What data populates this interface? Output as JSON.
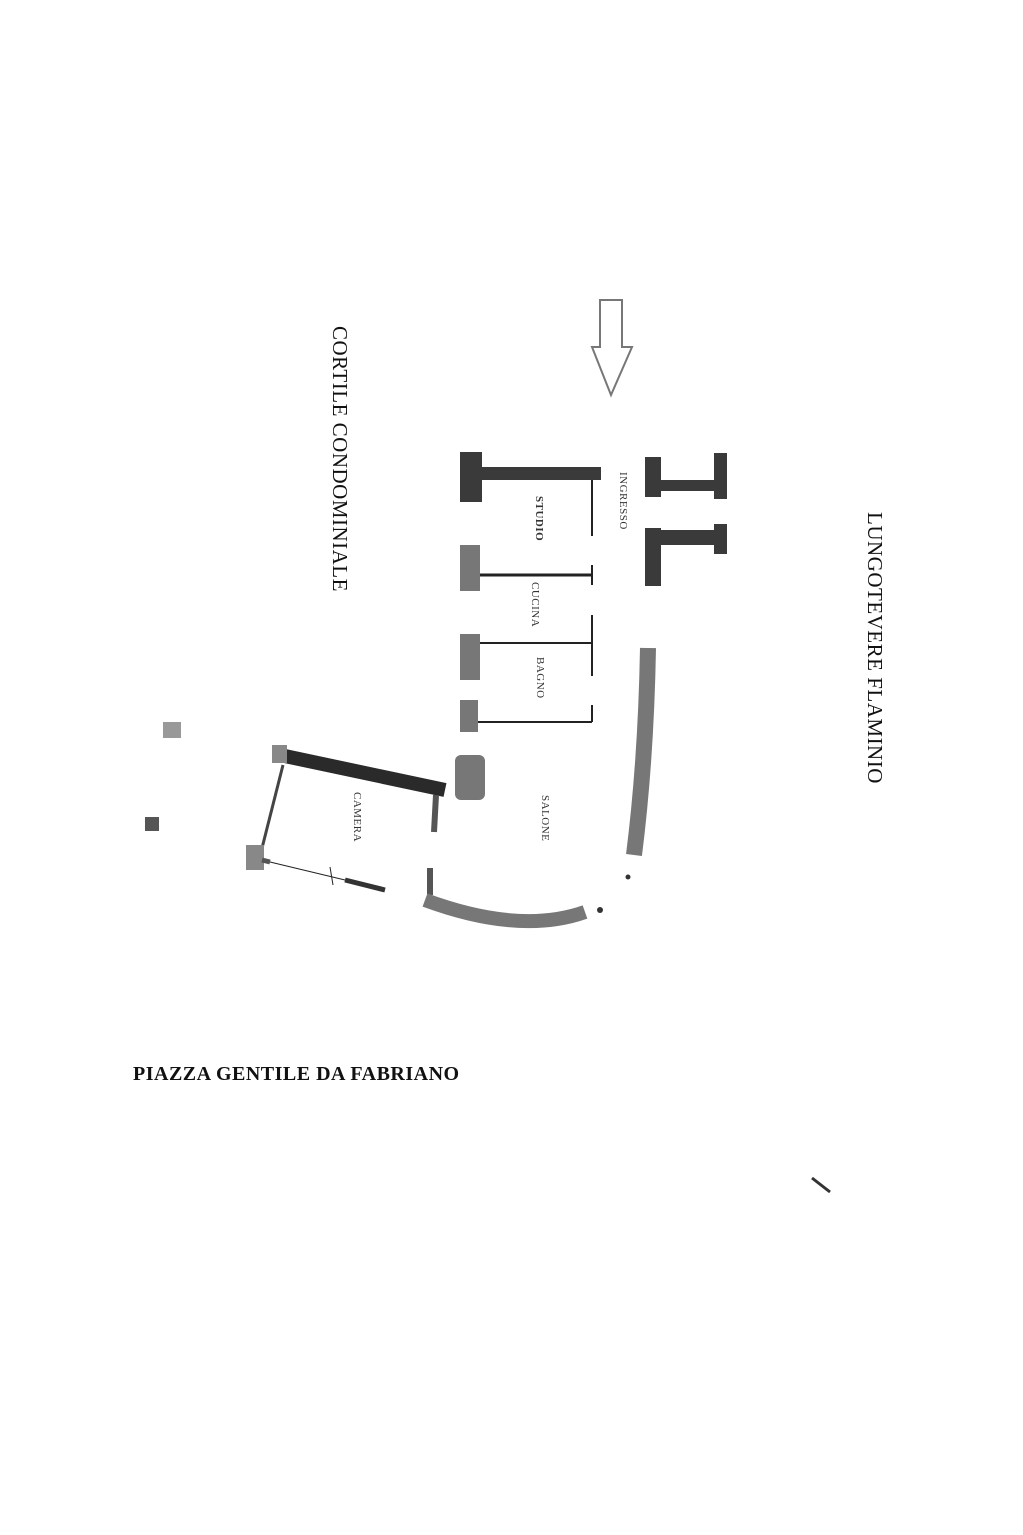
{
  "streets": {
    "top": "LUNGOTEVERE FLAMINIO",
    "left": "CORTILE CONDOMINIALE",
    "bottom": "PIAZZA GENTILE DA FABRIANO"
  },
  "rooms": {
    "ingresso": "INGRESSO",
    "studio": "STUDIO",
    "cucina": "CUCINA",
    "bagno": "BAGNO",
    "salone": "SALONE",
    "camera": "CAMERA"
  },
  "colors": {
    "wall_dark": "#3a3a3a",
    "wall_grey": "#777777",
    "line": "#222222"
  }
}
